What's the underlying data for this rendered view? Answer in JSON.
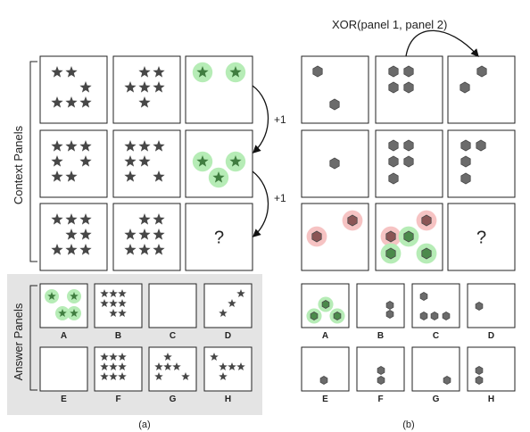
{
  "colors": {
    "star": "#474747",
    "hexagon": "#6b6b6b",
    "hexagon_stroke": "#4a4a4a",
    "glow_green": "#b6ecb6",
    "glow_red": "#f6c3c3",
    "answer_bg": "#e4e4e4",
    "panel_border": "#222222"
  },
  "text": {
    "xor_annotation": "XOR(panel 1, panel 2)",
    "plus_one_a": "+1",
    "plus_one_b": "+1",
    "context_label": "Context Panels",
    "answer_label": "Answer Panels",
    "caption_a": "(a)",
    "caption_b": "(b)",
    "question_a": "?",
    "question_b": "?"
  },
  "answer_letters_a": [
    "A",
    "B",
    "C",
    "D",
    "E",
    "F",
    "G",
    "H"
  ],
  "answer_letters_b": [
    "A",
    "B",
    "C",
    "D",
    "E",
    "F",
    "G",
    "H"
  ]
}
